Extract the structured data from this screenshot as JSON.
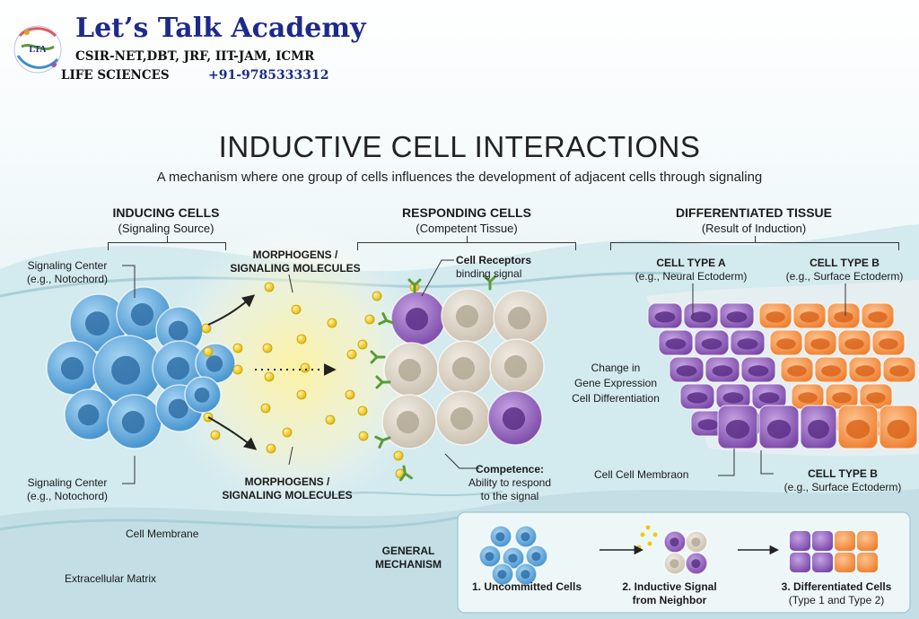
{
  "brand": {
    "name": "Let’s Talk Academy",
    "exams": "CSIR-NET,DBT, JRF, IIT-JAM, ICMR",
    "field": "LIFE SCIENCES",
    "phone": "+91-9785333312",
    "logo_text": "LTA"
  },
  "title": "INDUCTIVE CELL INTERACTIONS",
  "subtitle": "A mechanism where one group of cells influences the development of adjacent cells through signaling",
  "sections": {
    "inducing": {
      "title": "INDUCING CELLS",
      "sub": "(Signaling Source)"
    },
    "responding": {
      "title": "RESPONDING CELLS",
      "sub": "(Competent Tissue)"
    },
    "differentiated": {
      "title": "DIFFERENTIATED TISSUE",
      "sub": "(Result of Induction)"
    }
  },
  "labels": {
    "signaling_center_top": [
      "Signaling Center",
      "(e.g., Notochord)"
    ],
    "signaling_center_bottom": [
      "Signaling Center",
      "(e.g., Notochord)"
    ],
    "morphogens_top": [
      "MORPHOGENS /",
      "SIGNALING MOLECULES"
    ],
    "morphogens_bottom": [
      "MORPHOGENS /",
      "SIGNALING MOLECULES"
    ],
    "cell_receptors": [
      "Cell Receptors",
      "binding signal"
    ],
    "competence": [
      "Competence:",
      "Ability to respond",
      "to the signal"
    ],
    "change": [
      "Change in",
      "Gene Expression",
      "Cell Differentiation"
    ],
    "cell_type_a": [
      "CELL TYPE A",
      "(e.g., Neural Ectoderm)"
    ],
    "cell_type_b_top": [
      "CELL TYPE B",
      "(e.g., Surface Ectoderm)"
    ],
    "cell_type_b_bottom": [
      "CELL TYPE B",
      "(e.g., Surface Ectoderm)"
    ],
    "cell_cell_membrane": "Cell Cell Membraon",
    "cell_membrane": "Cell Membrane",
    "extracellular_matrix": "Extracellular Matrix"
  },
  "mechanism": {
    "title": [
      "GENERAL",
      "MECHANISM"
    ],
    "steps": [
      {
        "label": [
          "1. Uncommitted Cells"
        ]
      },
      {
        "label": [
          "2. Inductive Signal",
          "from Neighbor"
        ]
      },
      {
        "label": [
          "3. Differentiated Cells",
          "(Type 1 and Type 2)"
        ]
      }
    ]
  },
  "colors": {
    "blue_cell": "#4f9fd8",
    "beige_cell": "#d9d1c4",
    "purple_cell": "#8a5bb5",
    "orange_cell": "#f08a3c",
    "signal": "#f2c814",
    "receptor": "#5c9a3a",
    "background": "#cfe6ea"
  }
}
